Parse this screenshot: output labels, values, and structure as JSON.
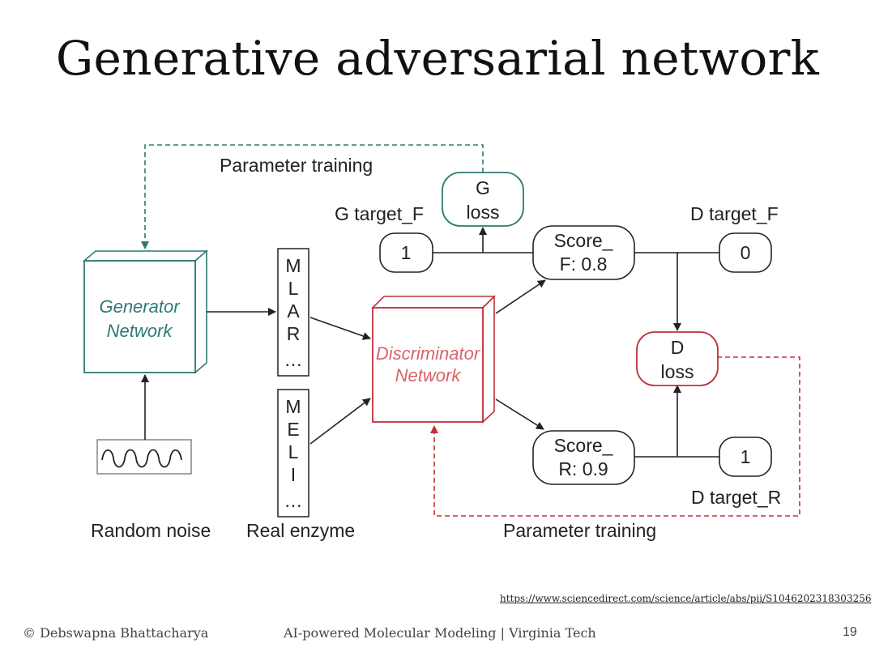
{
  "slide": {
    "title": "Generative adversarial network",
    "source_link": "https://www.sciencedirect.com/science/article/abs/pii/S1046202318303256",
    "footer_author": "© Debswapna Bhattacharya",
    "footer_course": "AI-powered Molecular Modeling | Virginia Tech",
    "page_number": "19"
  },
  "colors": {
    "generator": "#2e7a73",
    "discriminator": "#c0303a",
    "ink": "#222222"
  },
  "diagram": {
    "generator": {
      "line1": "Generator",
      "line2": "Network"
    },
    "discriminator": {
      "line1": "Discriminator",
      "line2": "Network"
    },
    "generated_seq": [
      "M",
      "L",
      "A",
      "R",
      "…"
    ],
    "real_seq": [
      "M",
      "E",
      "L",
      "I",
      "…"
    ],
    "random_noise": "Random noise",
    "real_enzyme": "Real enzyme",
    "param_training_top": "Parameter training",
    "param_training_bottom": "Parameter training",
    "g_loss": {
      "line1": "G",
      "line2": "loss"
    },
    "d_loss": {
      "line1": "D",
      "line2": "loss"
    },
    "g_target_f_label": "G target_F",
    "g_target_f_value": "1",
    "score_f": {
      "line1": "Score_",
      "line2": "F: 0.8"
    },
    "score_r": {
      "line1": "Score_",
      "line2": "R: 0.9"
    },
    "d_target_f_label": "D target_F",
    "d_target_f_value": "0",
    "d_target_r_label": "D target_R",
    "d_target_r_value": "1"
  }
}
